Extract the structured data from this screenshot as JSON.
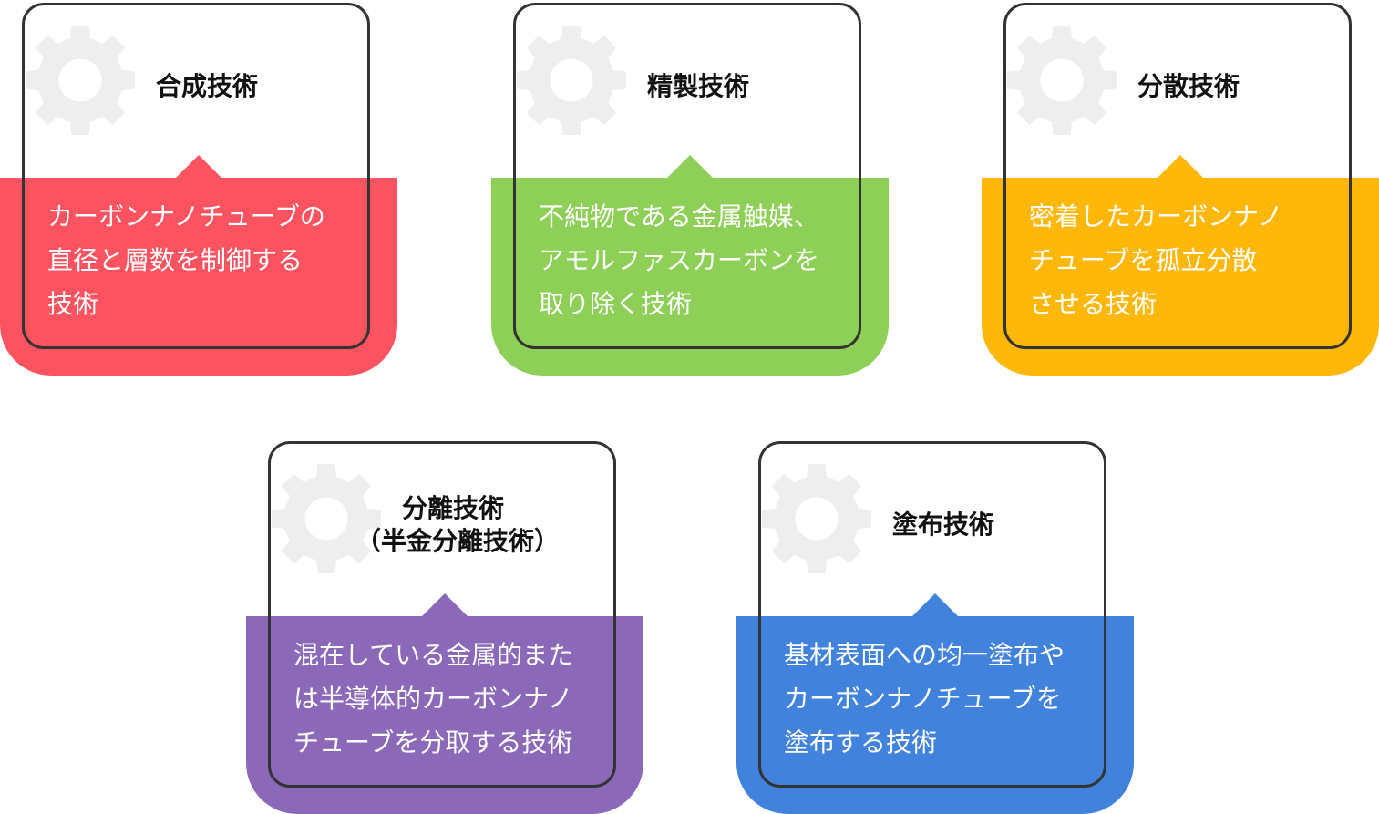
{
  "colors": {
    "frame": "#333333",
    "gear": "#eeeeee",
    "title_text": "#111111",
    "desc_text": "#ffffff"
  },
  "cards": [
    {
      "title": "合成技術",
      "subtitle": "",
      "desc": "カーボンナノチューブの\n直径と層数を制御する\n技術",
      "color": "#fc5360",
      "icon": "gear-icon"
    },
    {
      "title": "精製技術",
      "subtitle": "",
      "desc": "不純物である金属触媒、\nアモルファスカーボンを\n取り除く技術",
      "color": "#8ecf57",
      "icon": "gear-icon"
    },
    {
      "title": "分散技術",
      "subtitle": "",
      "desc": "密着したカーボンナノ\nチューブを孤立分散\nさせる技術",
      "color": "#ffb70a",
      "icon": "gear-icon"
    },
    {
      "title": "分離技術",
      "subtitle": "（半金分離技術）",
      "desc": "混在している金属的また\nは半導体的カーボンナノ\nチューブを分取する技術",
      "color": "#8b69b8",
      "icon": "gear-icon"
    },
    {
      "title": "塗布技術",
      "subtitle": "",
      "desc": "基材表面への均一塗布や\nカーボンナノチューブを\n塗布する技術",
      "color": "#4183dc",
      "icon": "gear-icon"
    }
  ]
}
